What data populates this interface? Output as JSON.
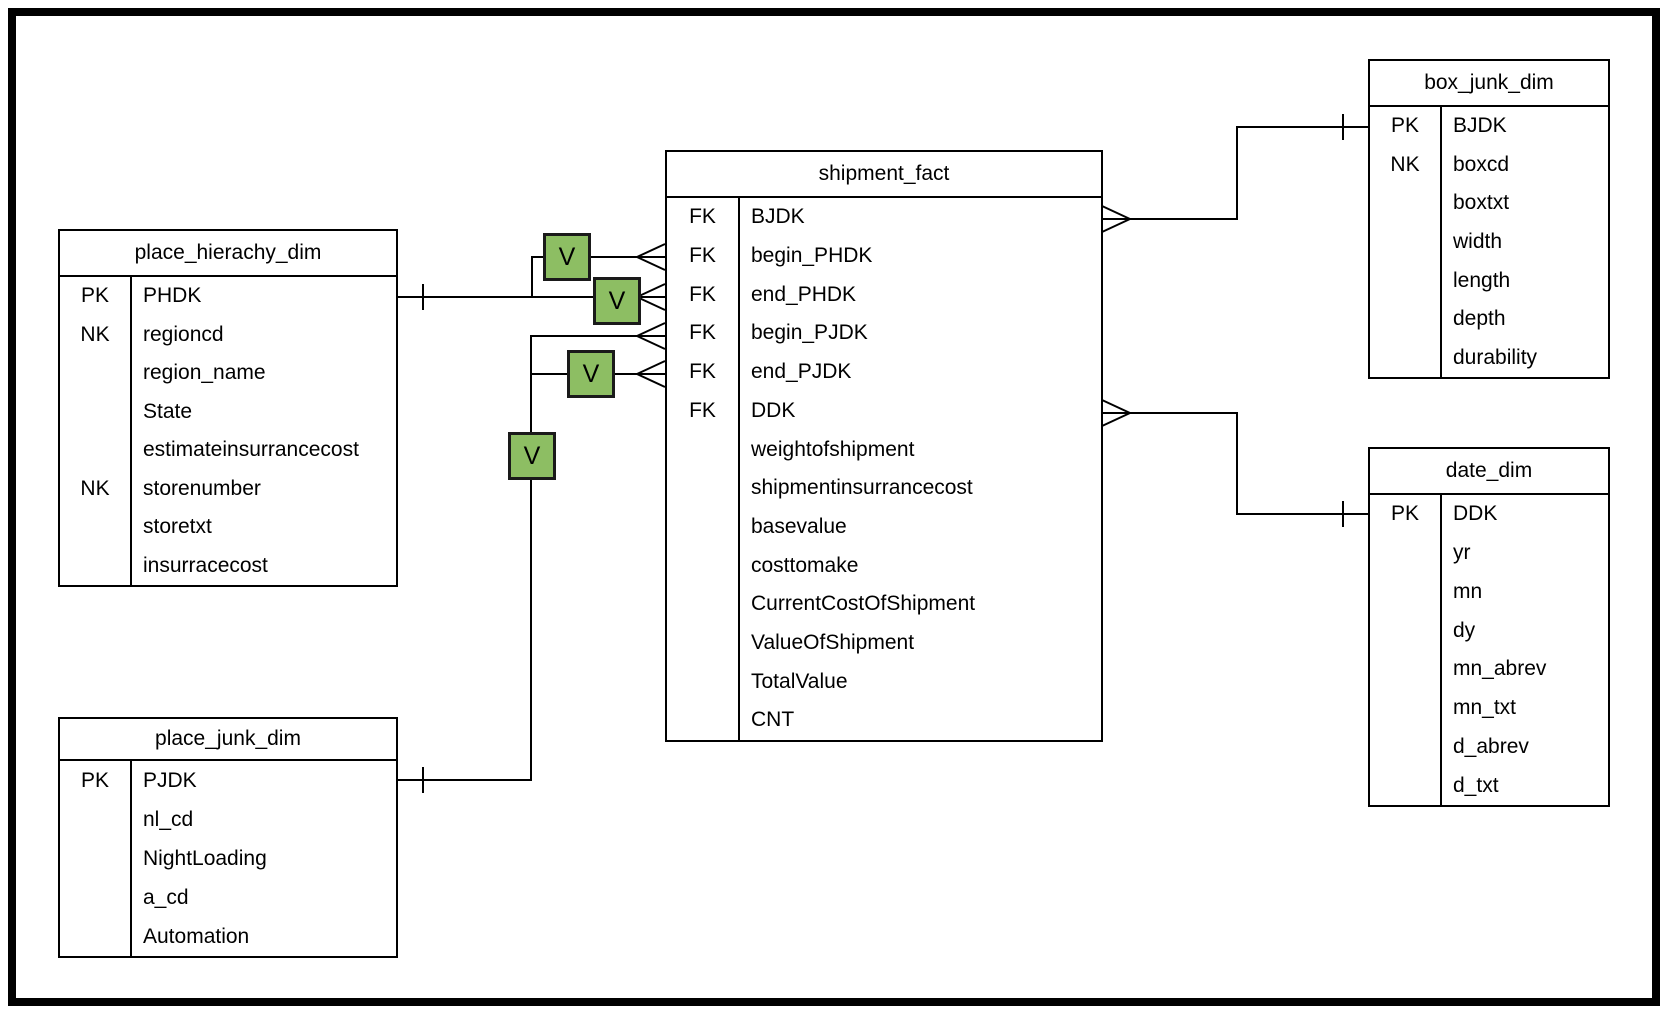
{
  "entities": [
    {
      "id": "place_hierachy_dim",
      "title": "place_hierachy_dim",
      "fields": [
        {
          "key": "PK",
          "name": "PHDK"
        },
        {
          "key": "NK",
          "name": "regioncd"
        },
        {
          "key": "",
          "name": "region_name"
        },
        {
          "key": "",
          "name": "State"
        },
        {
          "key": "",
          "name": "estimateinsurrancecost"
        },
        {
          "key": "NK",
          "name": "storenumber"
        },
        {
          "key": "",
          "name": "storetxt"
        },
        {
          "key": "",
          "name": "insurracecost"
        }
      ]
    },
    {
      "id": "place_junk_dim",
      "title": "place_junk_dim",
      "fields": [
        {
          "key": "PK",
          "name": "PJDK"
        },
        {
          "key": "",
          "name": "nl_cd"
        },
        {
          "key": "",
          "name": "NightLoading"
        },
        {
          "key": "",
          "name": "a_cd"
        },
        {
          "key": "",
          "name": "Automation"
        }
      ]
    },
    {
      "id": "shipment_fact",
      "title": "shipment_fact",
      "fields": [
        {
          "key": "FK",
          "name": "BJDK"
        },
        {
          "key": "FK",
          "name": "begin_PHDK"
        },
        {
          "key": "FK",
          "name": "end_PHDK"
        },
        {
          "key": "FK",
          "name": "begin_PJDK"
        },
        {
          "key": "FK",
          "name": "end_PJDK"
        },
        {
          "key": "FK",
          "name": "DDK"
        },
        {
          "key": "",
          "name": "weightofshipment"
        },
        {
          "key": "",
          "name": "shipmentinsurrancecost"
        },
        {
          "key": "",
          "name": "basevalue"
        },
        {
          "key": "",
          "name": "costtomake"
        },
        {
          "key": "",
          "name": "CurrentCostOfShipment"
        },
        {
          "key": "",
          "name": "ValueOfShipment"
        },
        {
          "key": "",
          "name": "TotalValue"
        },
        {
          "key": "",
          "name": "CNT"
        }
      ]
    },
    {
      "id": "box_junk_dim",
      "title": "box_junk_dim",
      "fields": [
        {
          "key": "PK",
          "name": "BJDK"
        },
        {
          "key": "NK",
          "name": "boxcd"
        },
        {
          "key": "",
          "name": "boxtxt"
        },
        {
          "key": "",
          "name": "width"
        },
        {
          "key": "",
          "name": "length"
        },
        {
          "key": "",
          "name": "depth"
        },
        {
          "key": "",
          "name": "durability"
        }
      ]
    },
    {
      "id": "date_dim",
      "title": "date_dim",
      "fields": [
        {
          "key": "PK",
          "name": "DDK"
        },
        {
          "key": "",
          "name": "yr"
        },
        {
          "key": "",
          "name": "mn"
        },
        {
          "key": "",
          "name": "dy"
        },
        {
          "key": "",
          "name": "mn_abrev"
        },
        {
          "key": "",
          "name": "mn_txt"
        },
        {
          "key": "",
          "name": "d_abrev"
        },
        {
          "key": "",
          "name": "d_txt"
        }
      ]
    }
  ],
  "v_boxes": [
    {
      "label": "V",
      "on": "place_hierachy_dim-begin_PHDK"
    },
    {
      "label": "V",
      "on": "place_hierachy_dim-end_PHDK"
    },
    {
      "label": "V",
      "on": "place_junk_dim-end_PJDK"
    },
    {
      "label": "V",
      "on": "place_junk_dim-trunk"
    }
  ],
  "connections": [
    {
      "from": "place_hierachy_dim.PHDK",
      "to": "shipment_fact.begin_PHDK",
      "from_cardinality": "one",
      "to_cardinality": "many",
      "annotation": "V"
    },
    {
      "from": "place_hierachy_dim.PHDK",
      "to": "shipment_fact.end_PHDK",
      "from_cardinality": "one",
      "to_cardinality": "many",
      "annotation": "V"
    },
    {
      "from": "place_junk_dim.PJDK",
      "to": "shipment_fact.begin_PJDK",
      "from_cardinality": "one",
      "to_cardinality": "many",
      "annotation": "V"
    },
    {
      "from": "place_junk_dim.PJDK",
      "to": "shipment_fact.end_PJDK",
      "from_cardinality": "one",
      "to_cardinality": "many",
      "annotation": "V"
    },
    {
      "from": "box_junk_dim.BJDK",
      "to": "shipment_fact.BJDK",
      "from_cardinality": "one",
      "to_cardinality": "many"
    },
    {
      "from": "date_dim.DDK",
      "to": "shipment_fact.DDK",
      "from_cardinality": "one",
      "to_cardinality": "many"
    }
  ],
  "colors": {
    "entity_fill": "#ffffff",
    "entity_border": "#000000",
    "line": "#000000",
    "frame": "#000000",
    "v_box_fill": "#8dbe63",
    "v_box_border": "#1a1a1a",
    "text": "#000000"
  }
}
